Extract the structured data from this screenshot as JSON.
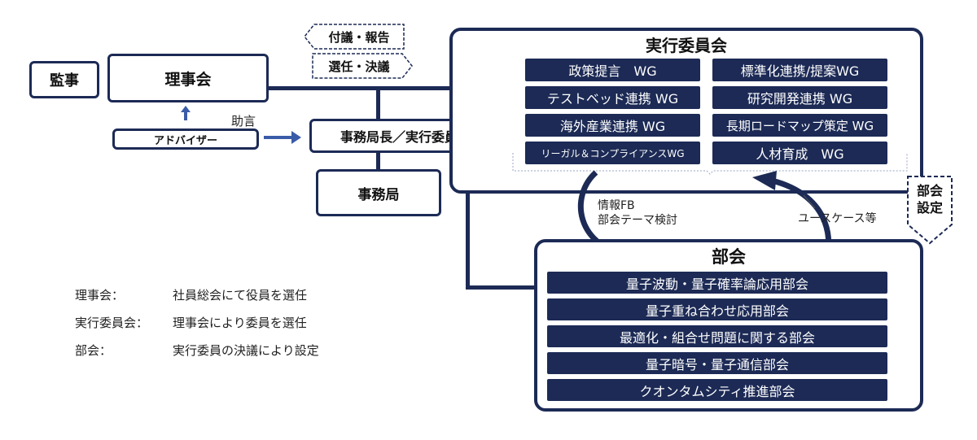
{
  "kanji": "監事",
  "board": "理事会",
  "advisor": "アドバイザー",
  "advice_label": "助言",
  "report_flag": "付議・報告",
  "elect_flag": "選任・決議",
  "director": "事務局長／実行委員長",
  "secretariat": "事務局",
  "exec_committee": {
    "title": "実行委員会",
    "wg_left": [
      "政策提言　WG",
      "テストベッド連携 WG",
      "海外産業連携 WG",
      "リーガル＆コンプライアンスWG"
    ],
    "wg_right": [
      "標準化連携/提案WG",
      "研究開発連携 WG",
      "長期ロードマップ策定 WG",
      "人材育成　WG"
    ]
  },
  "bukai_set_label": "部会\n設定",
  "bukai_set_line1": "部会",
  "bukai_set_line2": "設定",
  "feedback_line1": "情報FB",
  "feedback_line2": "部会テーマ検討",
  "usecase_label": "ユースケース等",
  "subcommittee": {
    "title": "部会",
    "items": [
      "量子波動・量子確率論応用部会",
      "量子重ね合わせ応用部会",
      "最適化・組合せ問題に関する部会",
      "量子暗号・量子通信部会",
      "クオンタムシティ推進部会"
    ]
  },
  "legend": [
    {
      "term": "理事会：",
      "desc": "社員総会にて役員を選任"
    },
    {
      "term": "実行委員会：",
      "desc": "理事会により委員を選任"
    },
    {
      "term": "部会：",
      "desc": "実行委員の決議により設定"
    }
  ],
  "colors": {
    "navy": "#1c2a55",
    "arrow_blue": "#3a5ba8"
  }
}
